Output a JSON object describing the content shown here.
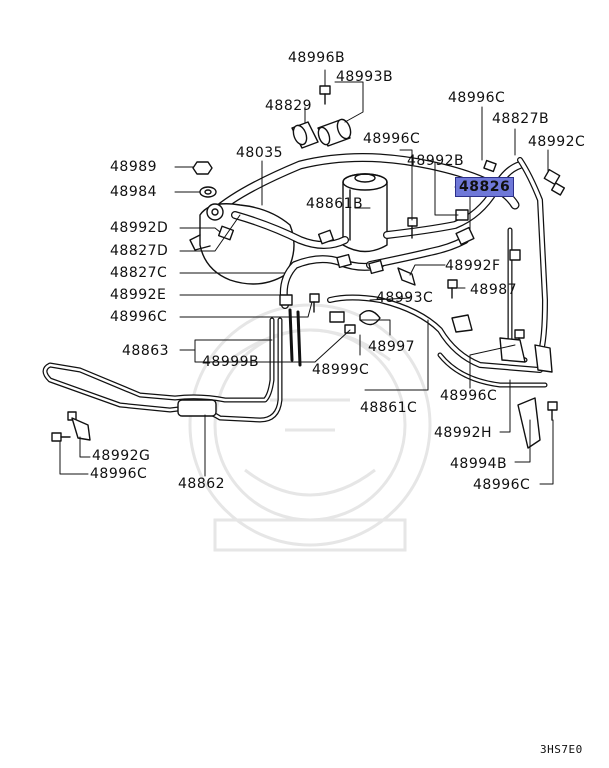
{
  "labels": {
    "p48996B_top": "48996B",
    "p48993B": "48993B",
    "p48829": "48829",
    "p48035": "48035",
    "p48989": "48989",
    "p48984": "48984",
    "p48992D": "48992D",
    "p48827D": "48827D",
    "p48827C": "48827C",
    "p48992E": "48992E",
    "p48996C_left": "48996C",
    "p48863": "48863",
    "p48999B": "48999B",
    "p48996C_mid": "48996C",
    "p48861B": "48861B",
    "p48992B": "48992B",
    "p48996C_tr": "48996C",
    "p48827B": "48827B",
    "p48992C": "48992C",
    "p48826": "48826",
    "p48992F": "48992F",
    "p48987": "48987",
    "p48993C": "48993C",
    "p48997": "48997",
    "p48999C": "48999C",
    "p48861C": "48861C",
    "p48996C_r": "48996C",
    "p48992H": "48992H",
    "p48994B": "48994B",
    "p48996C_br": "48996C",
    "p48992G": "48992G",
    "p48996C_bl": "48996C",
    "p48862": "48862"
  },
  "highlight": {
    "part": "48826",
    "color": "#6f78d8"
  },
  "diagram_code": "3HS7E0"
}
